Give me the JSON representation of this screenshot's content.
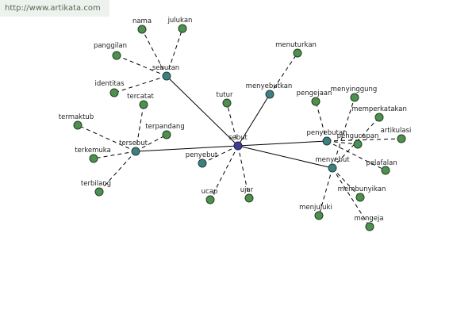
{
  "watermark": "http://www.artikata.com",
  "colors": {
    "leaf": "#4f8f4f",
    "hub": "#3f7f7f",
    "root": "#3f3f8f"
  },
  "nodes": [
    {
      "id": "sebut",
      "label": "sebut",
      "kind": "root"
    },
    {
      "id": "sebutan",
      "label": "sebutan",
      "kind": "hub"
    },
    {
      "id": "tersebut",
      "label": "tersebut",
      "kind": "hub"
    },
    {
      "id": "menyebutkan",
      "label": "menyebutkan",
      "kind": "hub"
    },
    {
      "id": "penyebutan",
      "label": "penyebutan",
      "kind": "hub"
    },
    {
      "id": "menyebut",
      "label": "menyebut",
      "kind": "hub"
    },
    {
      "id": "penyebut",
      "label": "penyebut",
      "kind": "hub"
    },
    {
      "id": "nama",
      "label": "nama",
      "kind": "leaf"
    },
    {
      "id": "julukan",
      "label": "julukan",
      "kind": "leaf"
    },
    {
      "id": "panggilan",
      "label": "panggilan",
      "kind": "leaf"
    },
    {
      "id": "identitas",
      "label": "identitas",
      "kind": "leaf"
    },
    {
      "id": "tercatat",
      "label": "tercatat",
      "kind": "leaf"
    },
    {
      "id": "termaktub",
      "label": "termaktub",
      "kind": "leaf"
    },
    {
      "id": "terpandang",
      "label": "terpandang",
      "kind": "leaf"
    },
    {
      "id": "terkemuka",
      "label": "terkemuka",
      "kind": "leaf"
    },
    {
      "id": "terbilang",
      "label": "terbilang",
      "kind": "leaf"
    },
    {
      "id": "tutur",
      "label": "tutur",
      "kind": "leaf"
    },
    {
      "id": "menuturkan",
      "label": "menuturkan",
      "kind": "leaf"
    },
    {
      "id": "pengejaan",
      "label": "pengejaan",
      "kind": "leaf"
    },
    {
      "id": "menyinggung",
      "label": "menyinggung",
      "kind": "leaf"
    },
    {
      "id": "memperkatakan",
      "label": "memperkatakan",
      "kind": "leaf"
    },
    {
      "id": "pengucapan",
      "label": "pengucapan",
      "kind": "leaf"
    },
    {
      "id": "artikulasi",
      "label": "artikulasi",
      "kind": "leaf"
    },
    {
      "id": "pelafalan",
      "label": "pelafalan",
      "kind": "leaf"
    },
    {
      "id": "membunyikan",
      "label": "membunyikan",
      "kind": "leaf"
    },
    {
      "id": "menjuluki",
      "label": "menjuluki",
      "kind": "leaf"
    },
    {
      "id": "mengeja",
      "label": "mengeja",
      "kind": "leaf"
    },
    {
      "id": "ucap",
      "label": "ucap",
      "kind": "leaf"
    },
    {
      "id": "ujar",
      "label": "ujar",
      "kind": "leaf"
    }
  ],
  "edges": [
    {
      "from": "sebut",
      "to": "sebutan",
      "style": "solid"
    },
    {
      "from": "sebut",
      "to": "tersebut",
      "style": "solid"
    },
    {
      "from": "sebut",
      "to": "menyebutkan",
      "style": "solid"
    },
    {
      "from": "sebut",
      "to": "penyebutan",
      "style": "solid"
    },
    {
      "from": "sebut",
      "to": "menyebut",
      "style": "solid"
    },
    {
      "from": "sebut",
      "to": "penyebut",
      "style": "dashed"
    },
    {
      "from": "sebut",
      "to": "tutur",
      "style": "dashed"
    },
    {
      "from": "sebut",
      "to": "ucap",
      "style": "dashed"
    },
    {
      "from": "sebut",
      "to": "ujar",
      "style": "dashed"
    },
    {
      "from": "sebutan",
      "to": "nama",
      "style": "dashed"
    },
    {
      "from": "sebutan",
      "to": "julukan",
      "style": "dashed"
    },
    {
      "from": "sebutan",
      "to": "panggilan",
      "style": "dashed"
    },
    {
      "from": "sebutan",
      "to": "identitas",
      "style": "dashed"
    },
    {
      "from": "tersebut",
      "to": "tercatat",
      "style": "dashed"
    },
    {
      "from": "tersebut",
      "to": "termaktub",
      "style": "dashed"
    },
    {
      "from": "tersebut",
      "to": "terpandang",
      "style": "dashed"
    },
    {
      "from": "tersebut",
      "to": "terkemuka",
      "style": "dashed"
    },
    {
      "from": "tersebut",
      "to": "terbilang",
      "style": "dashed"
    },
    {
      "from": "menyebutkan",
      "to": "menuturkan",
      "style": "dashed"
    },
    {
      "from": "penyebutan",
      "to": "pengejaan",
      "style": "dashed"
    },
    {
      "from": "penyebutan",
      "to": "pengucapan",
      "style": "dashed"
    },
    {
      "from": "penyebutan",
      "to": "artikulasi",
      "style": "dashed"
    },
    {
      "from": "penyebutan",
      "to": "pelafalan",
      "style": "dashed"
    },
    {
      "from": "menyebut",
      "to": "menyinggung",
      "style": "dashed"
    },
    {
      "from": "menyebut",
      "to": "memperkatakan",
      "style": "dashed"
    },
    {
      "from": "menyebut",
      "to": "membunyikan",
      "style": "dashed"
    },
    {
      "from": "menyebut",
      "to": "menjuluki",
      "style": "dashed"
    },
    {
      "from": "menyebut",
      "to": "mengeja",
      "style": "dashed"
    }
  ]
}
